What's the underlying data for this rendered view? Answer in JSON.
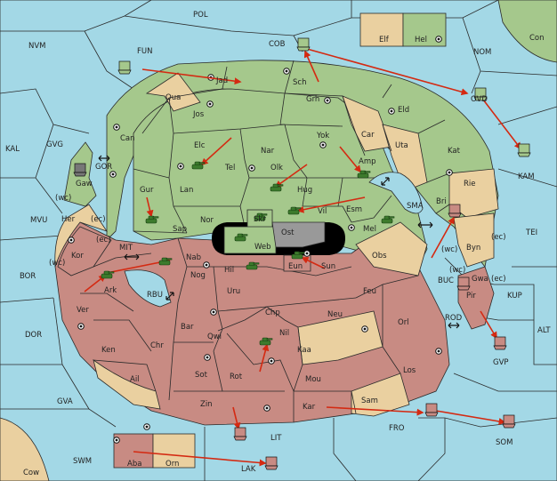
{
  "colors": {
    "sea": "#a3d8e6",
    "green": "#a5c88c",
    "red": "#c88b83",
    "neutral": "#ead0a0",
    "order_arrow": "#d42a12",
    "army": "#3c7a2c",
    "fleet_green": "#a5c88c",
    "fleet_red": "#c88b83"
  },
  "labels": {
    "pol": "POL",
    "nvm": "NVM",
    "fun": "FUN",
    "cob": "COB",
    "nom": "NOM",
    "ovd": "OVD",
    "con": "Con",
    "elf": "Elf",
    "hel": "Hel",
    "kal": "KAL",
    "gvg": "GVG",
    "gor": "GOR",
    "jad": "Jad",
    "sch": "Sch",
    "qua": "Qua",
    "jos": "Jos",
    "grh": "Grh",
    "eld": "Eld",
    "can": "Can",
    "yok": "Yok",
    "car": "Car",
    "uta": "Uta",
    "kat": "Kat",
    "elc": "Elc",
    "nar": "Nar",
    "tel": "Tel",
    "olk": "Olk",
    "amp": "Amp",
    "kam": "KAM",
    "gaw": "Gaw",
    "gur": "Gur",
    "lan": "Lan",
    "hug": "Hug",
    "rie": "Rie",
    "bri": "Bri",
    "sma": "SMA",
    "wc1": "(wc)",
    "wc2": "(wc)",
    "wc3": "(wc)",
    "ec1": "(ec)",
    "ec2": "(ec)",
    "ec3": "(ec)",
    "ec4": "(ec)",
    "mvu": "MVU",
    "her": "Her",
    "nor": "Nor",
    "skr": "Skr",
    "vil": "Vil",
    "esm": "Esm",
    "sap": "Sap",
    "ost": "Ost",
    "mel": "Mel",
    "byn": "Byn",
    "tei": "TEI",
    "kor": "Kor",
    "mit": "MIT",
    "nab": "Nab",
    "web": "Web",
    "obs": "Obs",
    "bor": "BOR",
    "sun": "Sun",
    "eun": "Eun",
    "gwa": "Gwa",
    "buc": "BUC",
    "kup": "KUP",
    "hil": "Hil",
    "nog": "Nog",
    "ark": "Ark",
    "rbu": "RBU",
    "uru": "Uru",
    "feu": "Feu",
    "pir": "Pir",
    "ver": "Ver",
    "chp": "Chp",
    "neu": "Neu",
    "orl": "Orl",
    "rod": "ROD",
    "dor": "DOR",
    "bar": "Bar",
    "qwi": "Qwi",
    "nil": "Nil",
    "alt": "ALT",
    "chr": "Chr",
    "ken": "Ken",
    "kaa": "Kaa",
    "gvp": "GVP",
    "sot": "Sot",
    "rot": "Rot",
    "ail": "Ail",
    "mou": "Mou",
    "los": "Los",
    "gva": "GVA",
    "zin": "Zin",
    "kar": "Kar",
    "sam": "Sam",
    "fro": "FRO",
    "lit": "LIT",
    "som": "SOM",
    "aba": "Aba",
    "orn": "Orn",
    "swm": "SWM",
    "cow": "Cow",
    "lak": "LAK"
  },
  "units": {
    "armies": [
      "Tel",
      "Hug",
      "Vil",
      "Amp",
      "Gur",
      "Skr",
      "Web",
      "Eun",
      "Hil",
      "Ark",
      "MIT",
      "Nil",
      "Mel"
    ],
    "fleets": [
      "Gaw",
      "FUN",
      "COB",
      "OVD",
      "KAM",
      "Bri",
      "Pir",
      "GVP",
      "FRO",
      "SOM",
      "LIT",
      "LAK"
    ]
  },
  "icons": [
    "army-tank-icon",
    "fleet-ship-icon",
    "supply-center-icon",
    "convoy-double-arrow-icon",
    "order-arrow-icon"
  ]
}
